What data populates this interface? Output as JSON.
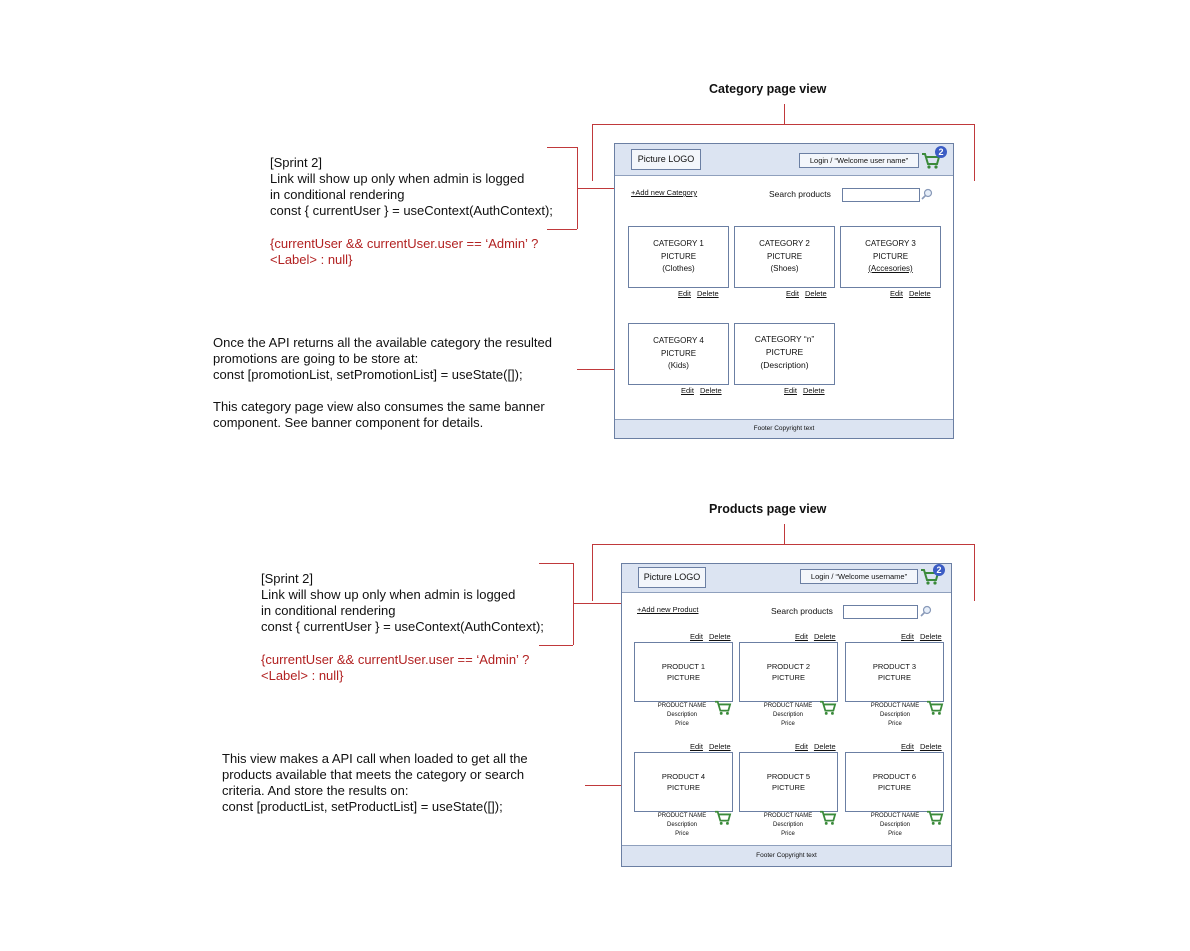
{
  "category": {
    "heading": "Category page view",
    "note_sprint": [
      "[Sprint 2]",
      "Link will show up only when admin is logged",
      "in conditional rendering",
      "const { currentUser } = useContext(AuthContext);"
    ],
    "note_code": [
      "{currentUser && currentUser.user == ‘Admin’ ?",
      "<Label> : null}"
    ],
    "note_api": [
      "Once the API returns all the available category the resulted",
      "promotions are going to be store at:",
      "const [promotionList, setPromotionList]  = useState([]);"
    ],
    "note_banner": [
      "This category page view also consumes the same banner",
      "component. See banner component for details."
    ],
    "mock": {
      "logo": "Picture LOGO",
      "login": "Login / “Welcome user name”",
      "cart_count": "2",
      "add_link": "+Add new Category",
      "search_label": "Search products",
      "edit": "Edit",
      "delete": "Delete",
      "cards": [
        [
          "CATEGORY 1",
          "PICTURE",
          "(Clothes)"
        ],
        [
          "CATEGORY 2",
          "PICTURE",
          "(Shoes)"
        ],
        [
          "CATEGORY 3",
          "PICTURE",
          "(Accesories)"
        ],
        [
          "CATEGORY 4",
          "PICTURE",
          "(Kids)"
        ],
        [
          "CATEGORY “n”",
          "PICTURE",
          "(Description)"
        ]
      ],
      "footer": "Footer Copyright text"
    }
  },
  "products": {
    "heading": "Products page view",
    "note_sprint": [
      "[Sprint 2]",
      "Link will show up only when admin is logged",
      "in conditional rendering",
      "const { currentUser } = useContext(AuthContext);"
    ],
    "note_code": [
      "{currentUser && currentUser.user == ‘Admin’ ?",
      "<Label> : null}"
    ],
    "note_api": [
      "This view makes a API call when loaded to get all the",
      "products available that meets the category or search",
      "criteria. And store the results on:",
      "const [productList, setProductList] = useState([]);"
    ],
    "mock": {
      "logo": "Picture LOGO",
      "login": "Login / “Welcome username”",
      "cart_count": "2",
      "add_link": "+Add new Product",
      "search_label": "Search products",
      "edit": "Edit",
      "delete": "Delete",
      "cards": [
        [
          "PRODUCT 1",
          "PICTURE"
        ],
        [
          "PRODUCT 2",
          "PICTURE"
        ],
        [
          "PRODUCT 3",
          "PICTURE"
        ],
        [
          "PRODUCT 4",
          "PICTURE"
        ],
        [
          "PRODUCT 5",
          "PICTURE"
        ],
        [
          "PRODUCT 6",
          "PICTURE"
        ]
      ],
      "product_info": [
        "PRODUCT NAME",
        "Description",
        "Price"
      ],
      "footer": "Footer Copyright text"
    }
  },
  "colors": {
    "annotation_line": "#c0393b",
    "code_text": "#b22222",
    "mock_bar": "#dce4f2",
    "mock_border": "#6b7fa3",
    "badge": "#3b5cc4",
    "cart": "#3a8a3a"
  }
}
